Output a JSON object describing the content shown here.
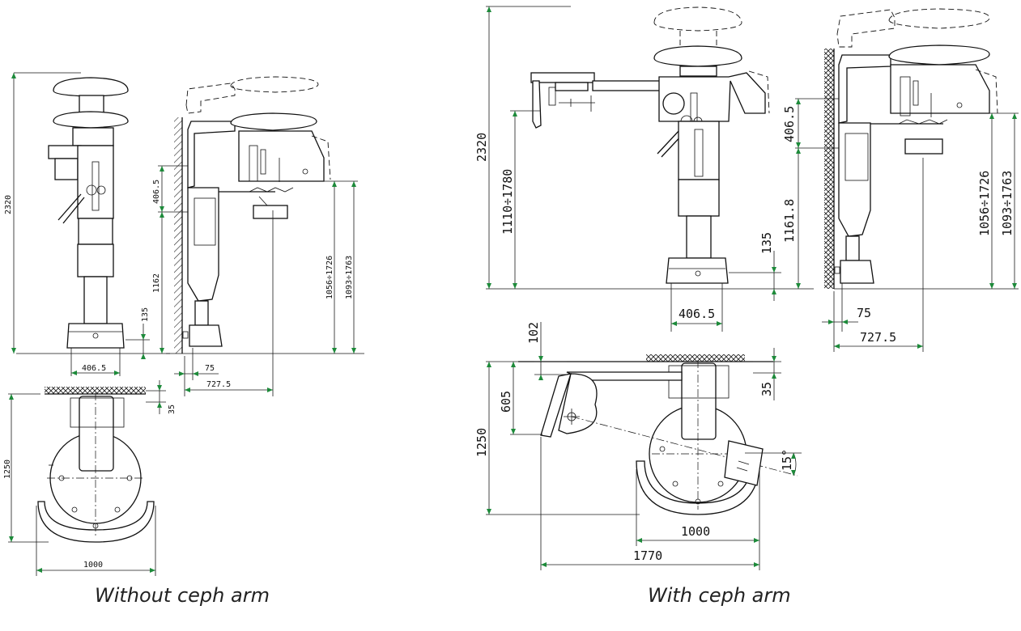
{
  "captions": {
    "left": "Without ceph arm",
    "right": "With ceph arm"
  },
  "left_drawing": {
    "front": {
      "height_total": "2320",
      "floor_step": "135",
      "base_width": "406.5"
    },
    "side": {
      "chin_band": "406.5",
      "column_height": "1162",
      "range_a": "1056÷1726",
      "range_b": "1093÷1763",
      "wall_gap": "75",
      "depth": "727.5"
    },
    "plan": {
      "wall_offset": "35",
      "depth": "1250",
      "width": "1000"
    }
  },
  "right_drawing": {
    "front": {
      "height_total": "2320",
      "ceph_range": "1110÷1780",
      "floor_step": "135",
      "base_width": "406.5"
    },
    "side": {
      "chin_band": "406.5",
      "column_height": "1161.8",
      "range_a": "1056÷1726",
      "range_b": "1093÷1763",
      "wall_gap": "75",
      "depth": "727.5"
    },
    "plan": {
      "ceph_offset": "102",
      "ceph_depth": "605",
      "wall_offset": "35",
      "depth": "1250",
      "angle": "15°",
      "width": "1000",
      "total_width": "1770"
    }
  },
  "colors": {
    "arrow": "#1d8a3a",
    "line": "#111111"
  }
}
